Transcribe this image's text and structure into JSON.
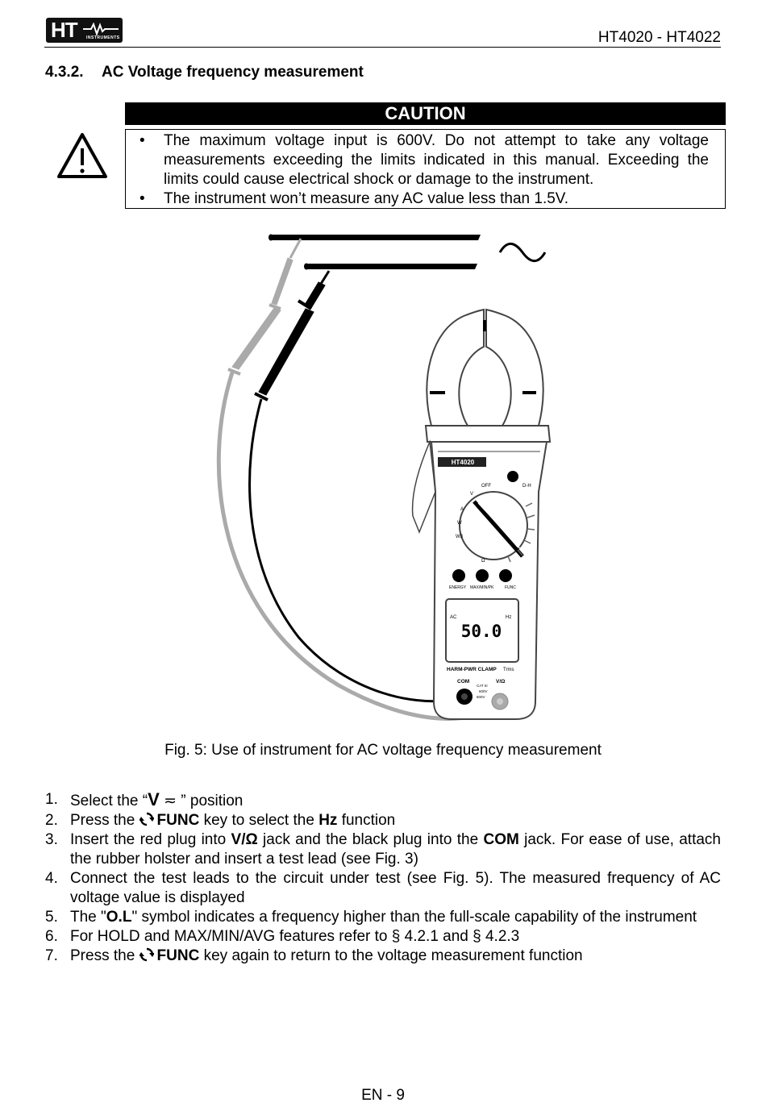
{
  "header": {
    "logo_text": "HT",
    "logo_subtext": "INSTRUMENTS",
    "model": "HT4020 - HT4022"
  },
  "section": {
    "number": "4.3.2.",
    "title": "AC Voltage frequency measurement"
  },
  "caution": {
    "heading": "CAUTION",
    "items": [
      "The maximum voltage input is 600V. Do not attempt to take any voltage measurements exceeding the limits indicated in this manual. Exceeding the limits could cause electrical shock or damage to the instrument.",
      "The instrument won’t measure any AC value less than 1.5V."
    ]
  },
  "figure": {
    "brand": "HT4020",
    "selector_labels": [
      "OFF",
      "V",
      "A",
      "W",
      "W3",
      "Ω"
    ],
    "hold_label": "D-H",
    "buttons": [
      "ENERGY",
      "MAX/MIN/PK",
      "FUNC"
    ],
    "display_value": "50.0",
    "display_left_label": "AC",
    "display_right_label": "Hz",
    "model_strip": "HARM-PWR CLAMP",
    "trms_label": "Trms",
    "jack_com": "COM",
    "jack_v": "V/Ω",
    "cat_label": "CAT III",
    "cat_v1": "600V",
    "cat_v2": "600V",
    "caption": "Fig. 5: Use of instrument for AC voltage frequency measurement"
  },
  "steps": [
    {
      "n": "1.",
      "a": "Select the “",
      "b": "V",
      "c": " ≂ ” position"
    },
    {
      "n": "2.",
      "a": "Press the ",
      "b": "FUNC",
      "c": " key to select the ",
      "d": "Hz",
      "e": " function"
    },
    {
      "n": "3.",
      "a": "Insert the red plug into ",
      "b": "V/Ω",
      "c": " jack and the black plug into the ",
      "d": "COM",
      "e": " jack. For ease of use, attach the rubber holster and insert a test lead (see Fig. 3)"
    },
    {
      "n": "4.",
      "a": "Connect the test leads to the circuit under test (see Fig. 5). The measured frequency of AC voltage value is displayed"
    },
    {
      "n": "5.",
      "a": "The \"",
      "b": "O.L",
      "c": "\" symbol indicates a frequency higher than the full-scale capability of the instrument"
    },
    {
      "n": "6.",
      "a": "For HOLD and MAX/MIN/AVG features refer to § 4.2.1 and § 4.2.3"
    },
    {
      "n": "7.",
      "a": "Press the ",
      "b": "FUNC",
      "c": " key again to return to the voltage measurement function"
    }
  ],
  "footer": {
    "page": "EN - 9"
  }
}
